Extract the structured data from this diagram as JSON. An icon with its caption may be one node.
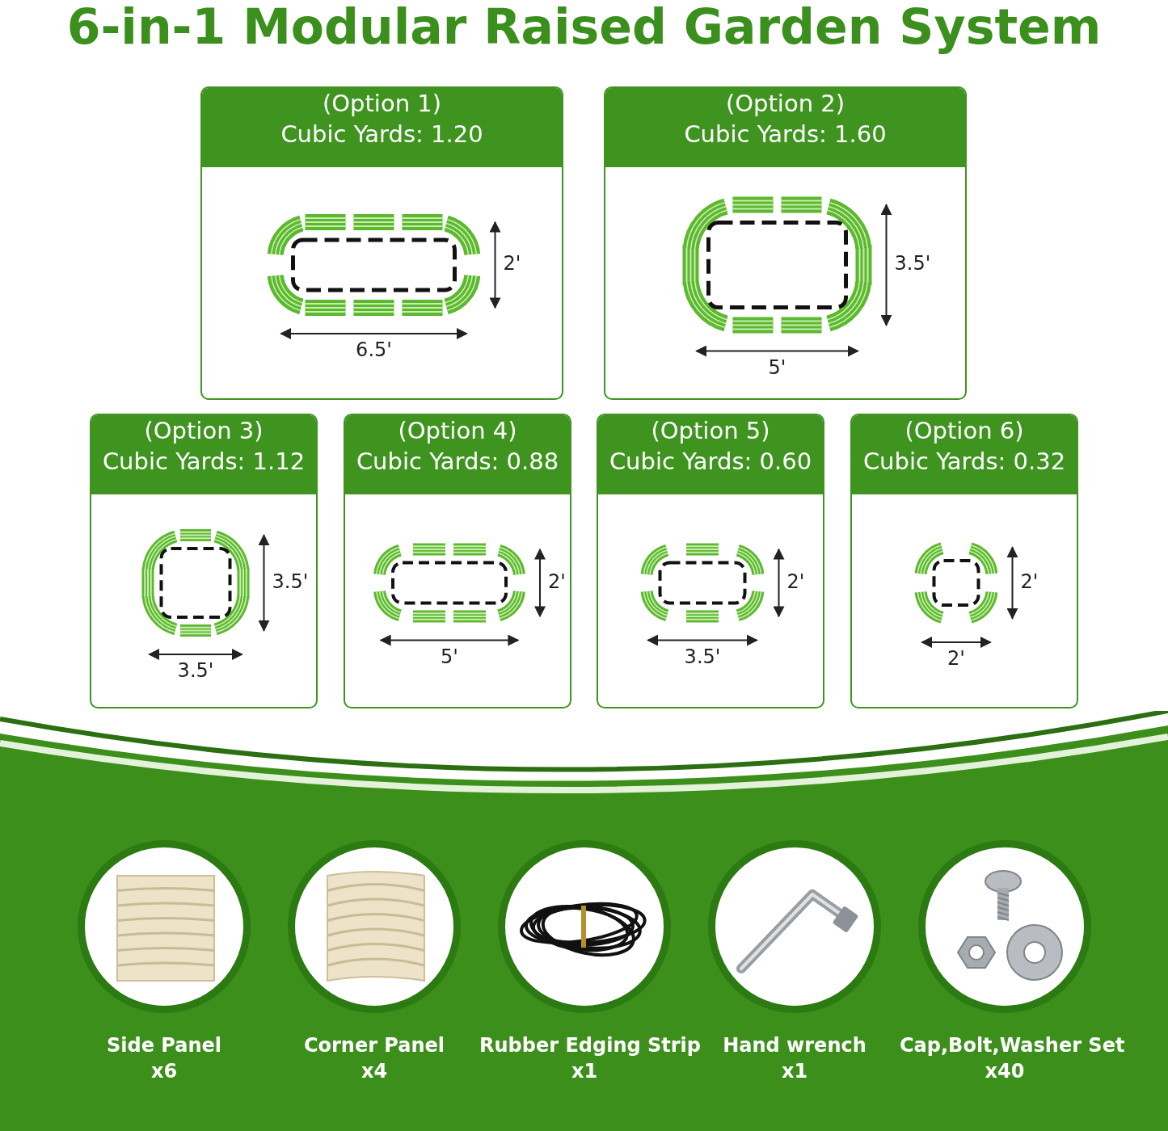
{
  "diagram": {
    "title": "6-in-1 Modular Raised Garden System",
    "nodes": [
      {
        "text": [
          "(Option 1)",
          "Cubic Yards: 1.20"
        ]
      },
      {
        "text": [
          "(Option 2)",
          "Cubic Yards: 1.60"
        ]
      },
      {
        "text": [
          "(Option 3)",
          "Cubic Yards: 1.12"
        ]
      },
      {
        "text": [
          "(Option 4)",
          "Cubic Yards: 0.88"
        ]
      },
      {
        "text": [
          "(Option 5)",
          "Cubic Yards: 0.60"
        ]
      },
      {
        "text": [
          "(Option 6)",
          "Cubic Yards: 0.32"
        ]
      },
      {
        "text": [
          "Side Panel",
          "x6"
        ]
      },
      {
        "text": [
          "Corner Panel",
          "x4"
        ]
      },
      {
        "text": [
          "Rubber Edging Strip",
          "x1"
        ]
      },
      {
        "text": [
          "Hand wrench",
          "x1"
        ]
      },
      {
        "text": [
          "Cap,Bolt,Washer Set",
          "x40"
        ]
      }
    ],
    "labels": [
      "2'",
      "6.5'",
      "3.5'",
      "5'",
      "3.5'",
      "3.5'",
      "2'",
      "5'",
      "2'",
      "3.5'",
      "2'",
      "2'"
    ]
  }
}
